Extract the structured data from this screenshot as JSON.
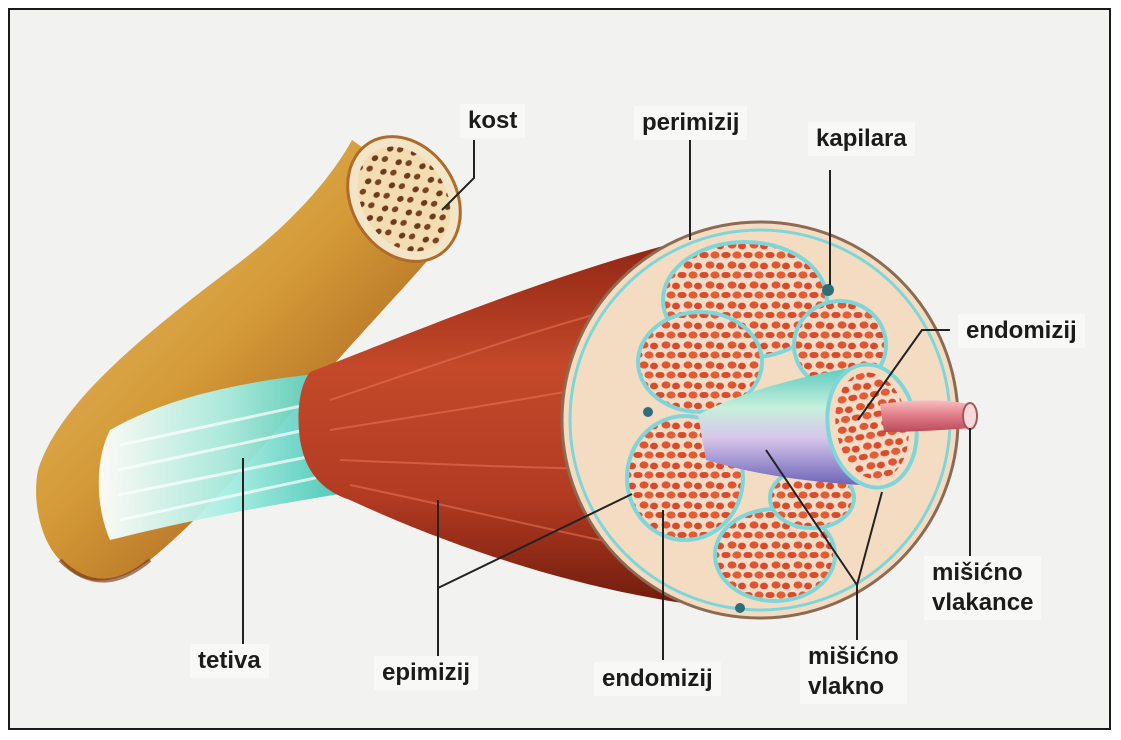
{
  "labels": {
    "kost": "kost",
    "perimizij": "perimizij",
    "kapilara": "kapilara",
    "endomizij_right": "endomizij",
    "tetiva": "tetiva",
    "epimizij": "epimizij",
    "endomizij_bottom": "endomizij",
    "misicno_vlakno_line1": "mišićno",
    "misicno_vlakno_line2": "vlakno",
    "misicno_vlakance_line1": "mišićno",
    "misicno_vlakance_line2": "vlakance"
  },
  "colors": {
    "background": "#f2f3f0",
    "muscle": "#b83a22",
    "muscle_dark": "#7e1e10",
    "bone": "#d6a23f",
    "tendon": "#8fe0d6",
    "connective_tissue": "#f1d7c0",
    "fiber_core": "#e2553a",
    "capillary": "#2c6f7a",
    "leader_line": "#222222"
  }
}
